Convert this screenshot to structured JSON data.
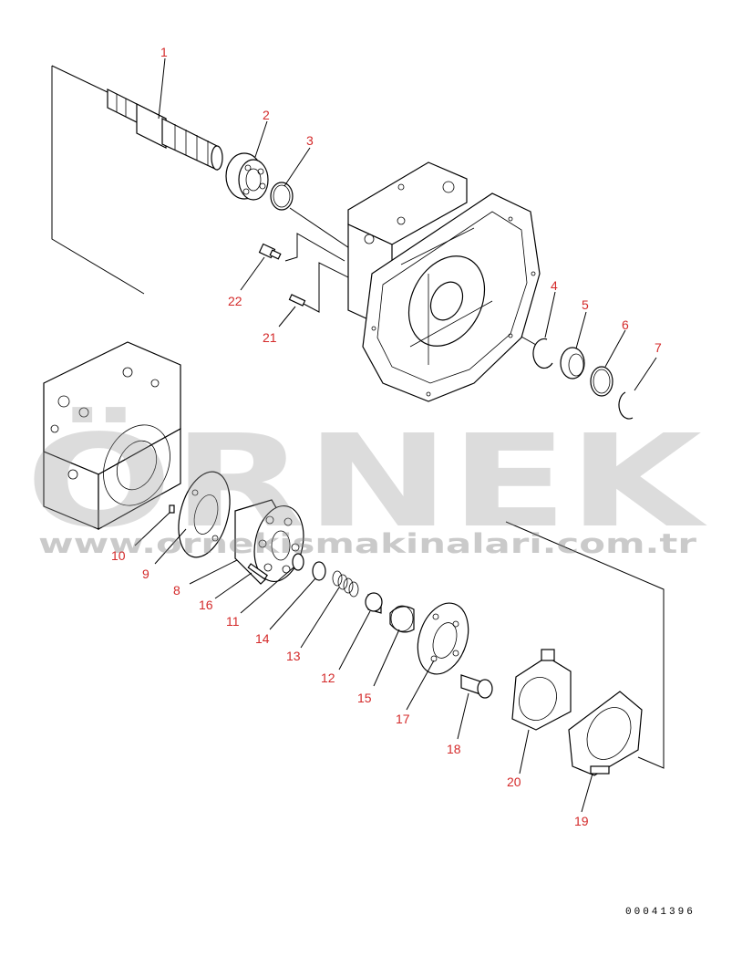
{
  "diagram": {
    "document_number": "00041396",
    "watermark": {
      "brand": "ÖRNEK",
      "url": "www.ornekismakinalari.com.tr"
    },
    "callouts": [
      "1",
      "2",
      "3",
      "4",
      "5",
      "6",
      "7",
      "8",
      "9",
      "10",
      "11",
      "12",
      "13",
      "14",
      "15",
      "16",
      "17",
      "18",
      "19",
      "20",
      "21",
      "22"
    ]
  }
}
